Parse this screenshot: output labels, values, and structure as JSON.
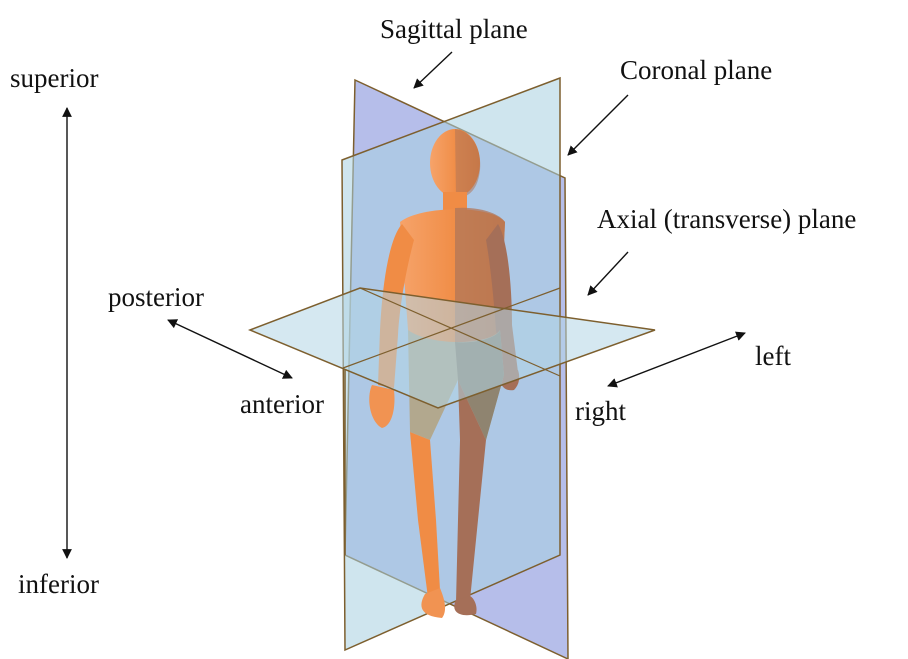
{
  "labels": {
    "sagittal": "Sagittal plane",
    "coronal": "Coronal plane",
    "axial": "Axial (transverse) plane",
    "superior": "superior",
    "inferior": "inferior",
    "posterior": "posterior",
    "anterior": "anterior",
    "left": "left",
    "right": "right"
  },
  "colors": {
    "sagittal_fill": "#a9b3e6",
    "coronal_fill": "#a8cfe0",
    "axial_fill": "#b3d6e6",
    "plane_edge": "#7d5f2e",
    "skin_light": "#f7a062",
    "skin_dark": "#b0775a",
    "shorts": "#b2a88e",
    "text": "#111111"
  }
}
